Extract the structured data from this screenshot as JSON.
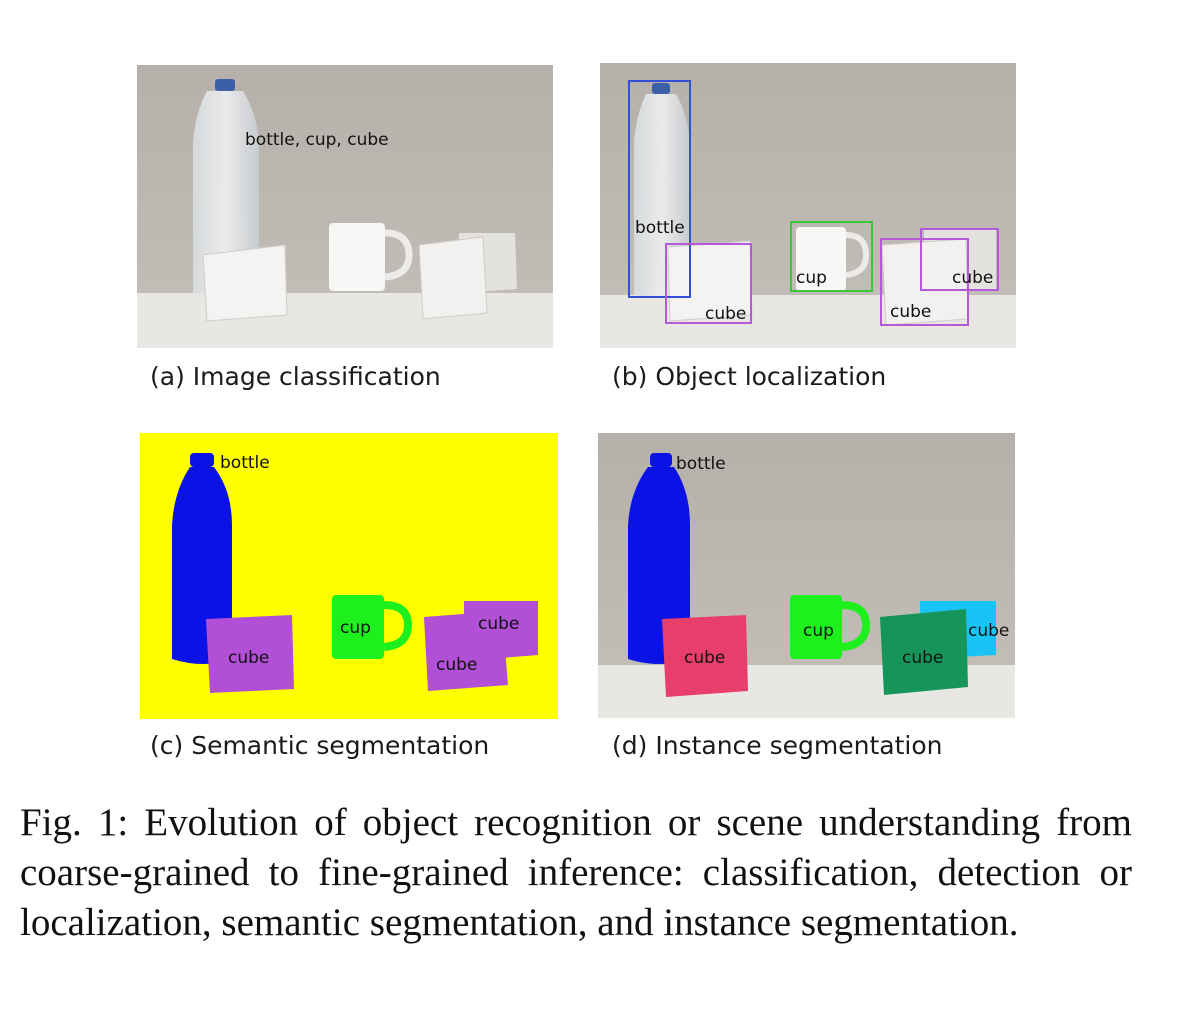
{
  "colors": {
    "background_gray": "#bdb7b1",
    "table_gray": "#e9e7e4",
    "semantic_background": "#ffff00",
    "bottle_mask": "#0a12e6",
    "cube_semantic": "#b14fd6",
    "cup_mask": "#1ef01e",
    "cube_instance_red": "#e83e6b",
    "cube_instance_green": "#16955a",
    "cube_instance_cyan": "#19c3f5",
    "bottle_box": "#3350d8",
    "cube_box": "#b45ad8",
    "cup_box": "#3ac73a"
  },
  "panels": {
    "a": {
      "caption": "(a) Image classification",
      "label": "bottle, cup, cube"
    },
    "b": {
      "caption": "(b) Object localization",
      "labels": {
        "bottle": "bottle",
        "cube1": "cube",
        "cup": "cup",
        "cube2": "cube",
        "cube3": "cube"
      }
    },
    "c": {
      "caption": "(c) Semantic segmentation",
      "labels": {
        "bottle": "bottle",
        "cup": "cup",
        "cube1": "cube",
        "cube2": "cube",
        "cube3": "cube"
      }
    },
    "d": {
      "caption": "(d) Instance segmentation",
      "labels": {
        "bottle": "bottle",
        "cup": "cup",
        "cube1": "cube",
        "cube2": "cube",
        "cube3": "cube"
      }
    }
  },
  "figure_caption": "Fig. 1: Evolution of object recognition or scene understanding from coarse-grained to fine-grained inference: classification, detection or localization, semantic segmentation, and instance segmentation."
}
